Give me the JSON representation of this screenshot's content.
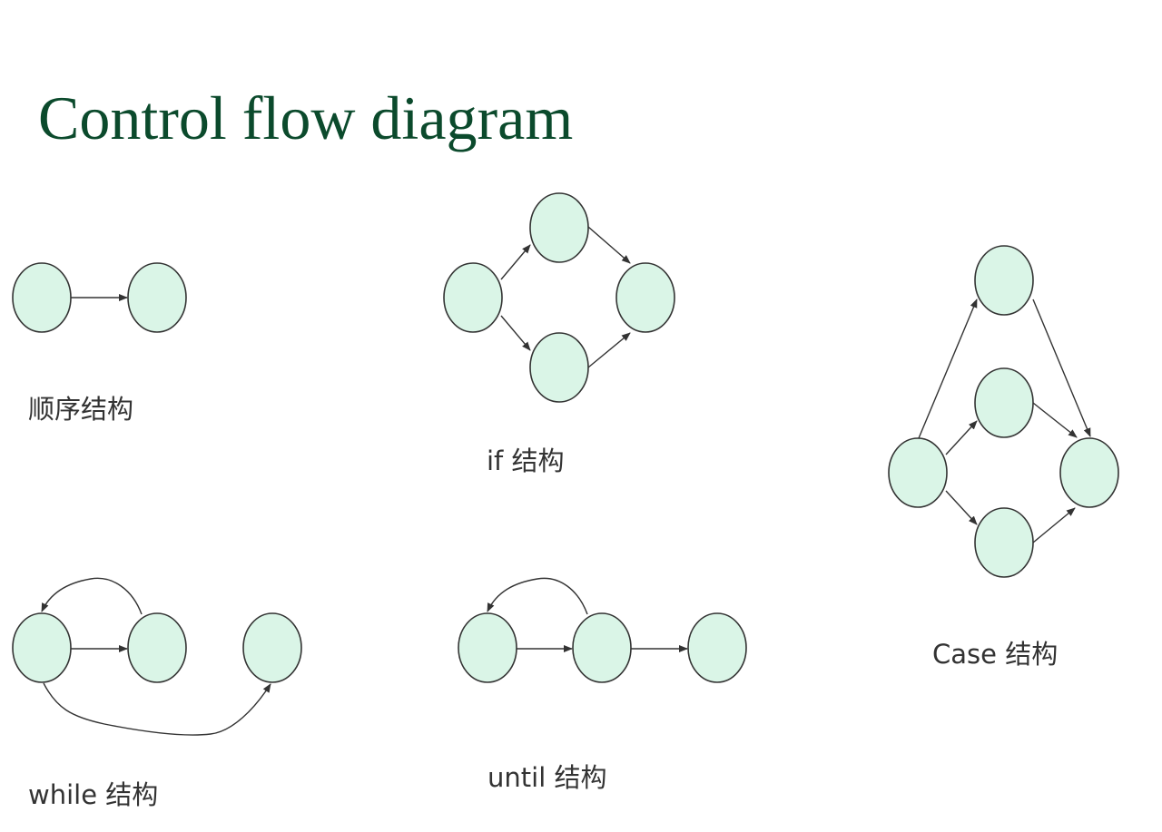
{
  "title": "Control flow diagram",
  "colors": {
    "title": "#0b4a2c",
    "node_fill": "#daf5e7",
    "stroke": "#333333",
    "caption": "#333333"
  },
  "structures": {
    "sequence": {
      "label": "顺序结构",
      "nodes": [
        "s1",
        "s2"
      ],
      "edges": [
        [
          "s1",
          "s2"
        ]
      ]
    },
    "if": {
      "label": "if 结构",
      "nodes": [
        "i1",
        "i2",
        "i3",
        "i4"
      ],
      "edges": [
        [
          "i1",
          "i2"
        ],
        [
          "i1",
          "i3"
        ],
        [
          "i2",
          "i4"
        ],
        [
          "i3",
          "i4"
        ]
      ]
    },
    "case": {
      "label": "Case 结构",
      "nodes": [
        "c1",
        "c2",
        "c3",
        "c4",
        "c5"
      ],
      "edges": [
        [
          "c1",
          "c2"
        ],
        [
          "c1",
          "c3"
        ],
        [
          "c1",
          "c4"
        ],
        [
          "c2",
          "c5"
        ],
        [
          "c3",
          "c5"
        ],
        [
          "c4",
          "c5"
        ]
      ]
    },
    "while": {
      "label": "while 结构",
      "nodes": [
        "w1",
        "w2",
        "w3"
      ],
      "edges": [
        [
          "w1",
          "w2"
        ],
        [
          "w2",
          "w1"
        ],
        [
          "w1",
          "w3"
        ]
      ]
    },
    "until": {
      "label": "until 结构",
      "nodes": [
        "u1",
        "u2",
        "u3"
      ],
      "edges": [
        [
          "u1",
          "u2"
        ],
        [
          "u2",
          "u1"
        ],
        [
          "u2",
          "u3"
        ]
      ]
    }
  }
}
